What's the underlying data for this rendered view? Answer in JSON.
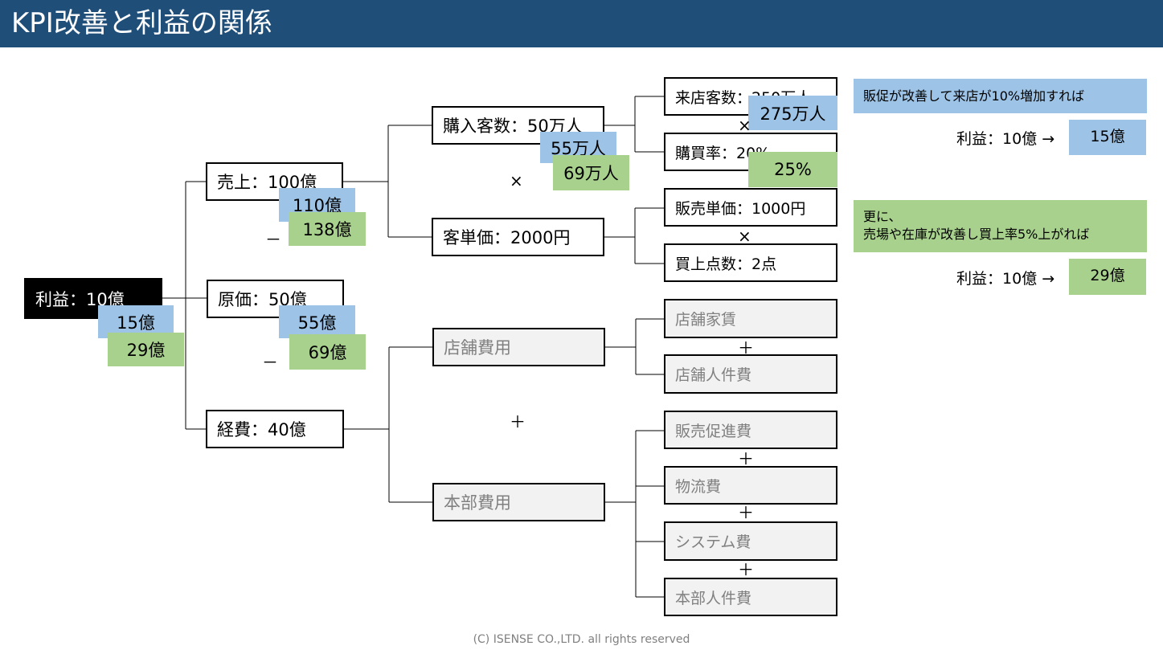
{
  "header": {
    "title": "KPI改善と利益の関係"
  },
  "tree": {
    "profit": "利益：10億",
    "sales": "売上：100億",
    "cost": "原価：50億",
    "expense": "経費：40億",
    "buyers": "購入客数：50万人",
    "unit_price": "客単価：2000円",
    "store_cost": "店舗費用",
    "hq_cost": "本部費用",
    "visitors": "来店客数：250万人",
    "purchase_rate": "購買率：20%",
    "sell_price": "販売単価：1000円",
    "items": "買上点数：2点",
    "store_rent": "店舗家賃",
    "store_staff": "店舗人件費",
    "promo": "販売促進費",
    "logistics": "物流費",
    "system": "システム費",
    "hq_staff": "本部人件費"
  },
  "scenario1": {
    "profit": "15億",
    "sales": "110億",
    "cost": "55億",
    "buyers": "55万人",
    "visitors": "275万人"
  },
  "scenario2": {
    "profit": "29億",
    "sales": "138億",
    "cost": "69億",
    "buyers": "69万人",
    "purchase_rate": "25%"
  },
  "operators": {
    "minus": "－",
    "times": "×",
    "plus": "＋"
  },
  "notes": {
    "note1": "販促が改善して来店が10%増加すれば",
    "result1_label": "利益：10億 →",
    "result1_value": "15億",
    "note2_line1": "更に、",
    "note2_line2": "売場や在庫が改善し買上率5%上がれば",
    "result2_label": "利益：10億 →",
    "result2_value": "29億"
  },
  "footer": "(C) ISENSE CO.,LTD. all rights reserved",
  "colors": {
    "header": "#1f4e79",
    "blue": "#9dc3e6",
    "green": "#a9d18e",
    "gray_box": "#f2f2f2"
  }
}
